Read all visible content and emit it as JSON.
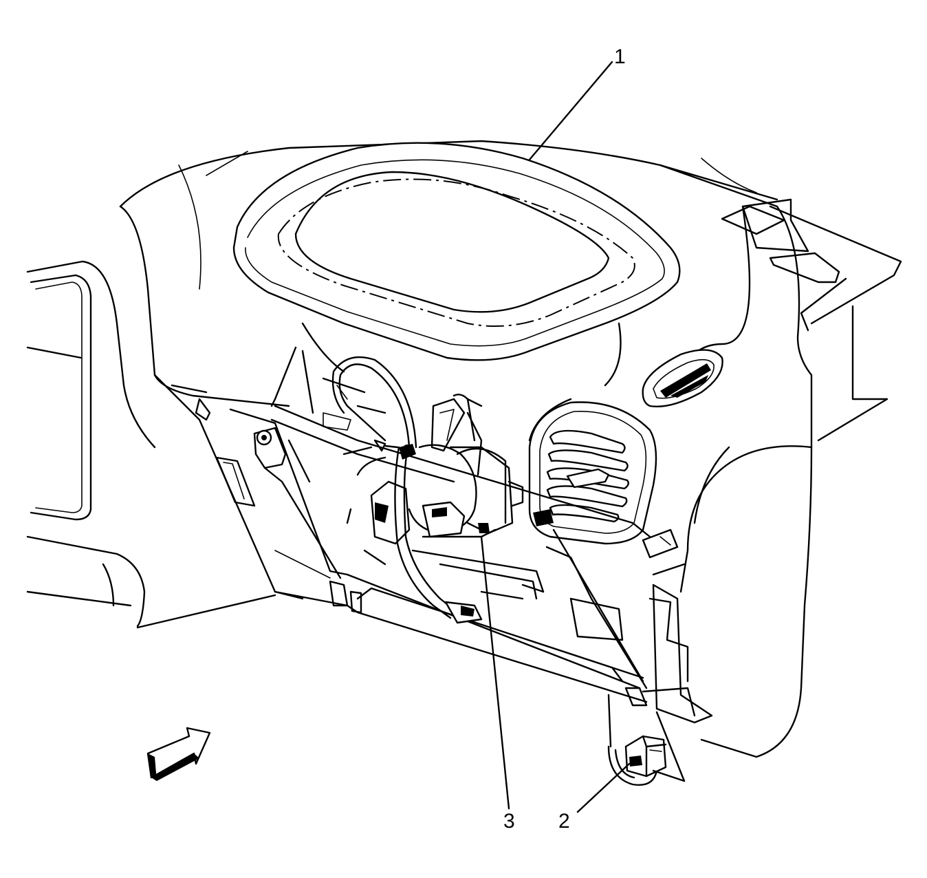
{
  "callouts": {
    "c1": {
      "label": "1"
    },
    "c2": {
      "label": "2"
    },
    "c3": {
      "label": "3"
    }
  },
  "colors": {
    "line": "#000000",
    "background": "#ffffff"
  },
  "icons": {
    "view_direction": "view-arrow-icon"
  }
}
